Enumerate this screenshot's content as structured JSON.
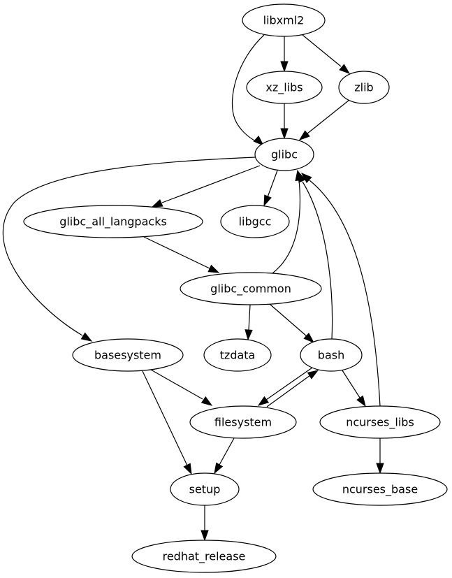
{
  "title": "Package dependency graph",
  "colors": {
    "stroke": "#000000",
    "fill": "#ffffff",
    "background": "#ffffff"
  },
  "nodes": [
    {
      "id": "libxml2",
      "label": "libxml2"
    },
    {
      "id": "xz_libs",
      "label": "xz_libs"
    },
    {
      "id": "zlib",
      "label": "zlib"
    },
    {
      "id": "glibc",
      "label": "glibc"
    },
    {
      "id": "glibc_all_langpacks",
      "label": "glibc_all_langpacks"
    },
    {
      "id": "libgcc",
      "label": "libgcc"
    },
    {
      "id": "glibc_common",
      "label": "glibc_common"
    },
    {
      "id": "basesystem",
      "label": "basesystem"
    },
    {
      "id": "tzdata",
      "label": "tzdata"
    },
    {
      "id": "bash",
      "label": "bash"
    },
    {
      "id": "filesystem",
      "label": "filesystem"
    },
    {
      "id": "ncurses_libs",
      "label": "ncurses_libs"
    },
    {
      "id": "setup",
      "label": "setup"
    },
    {
      "id": "ncurses_base",
      "label": "ncurses_base"
    },
    {
      "id": "redhat_release",
      "label": "redhat_release"
    }
  ],
  "edges": [
    {
      "from": "libxml2",
      "to": "glibc"
    },
    {
      "from": "libxml2",
      "to": "xz_libs"
    },
    {
      "from": "libxml2",
      "to": "zlib"
    },
    {
      "from": "xz_libs",
      "to": "glibc"
    },
    {
      "from": "zlib",
      "to": "glibc"
    },
    {
      "from": "glibc",
      "to": "basesystem"
    },
    {
      "from": "glibc",
      "to": "glibc_all_langpacks"
    },
    {
      "from": "glibc",
      "to": "libgcc"
    },
    {
      "from": "glibc_all_langpacks",
      "to": "glibc_common"
    },
    {
      "from": "glibc_common",
      "to": "glibc"
    },
    {
      "from": "glibc_common",
      "to": "tzdata"
    },
    {
      "from": "glibc_common",
      "to": "bash"
    },
    {
      "from": "bash",
      "to": "glibc"
    },
    {
      "from": "ncurses_libs",
      "to": "glibc"
    },
    {
      "from": "bash",
      "to": "filesystem"
    },
    {
      "from": "filesystem",
      "to": "bash"
    },
    {
      "from": "bash",
      "to": "ncurses_libs"
    },
    {
      "from": "basesystem",
      "to": "filesystem"
    },
    {
      "from": "basesystem",
      "to": "setup"
    },
    {
      "from": "filesystem",
      "to": "setup"
    },
    {
      "from": "ncurses_libs",
      "to": "ncurses_base"
    },
    {
      "from": "setup",
      "to": "redhat_release"
    }
  ]
}
